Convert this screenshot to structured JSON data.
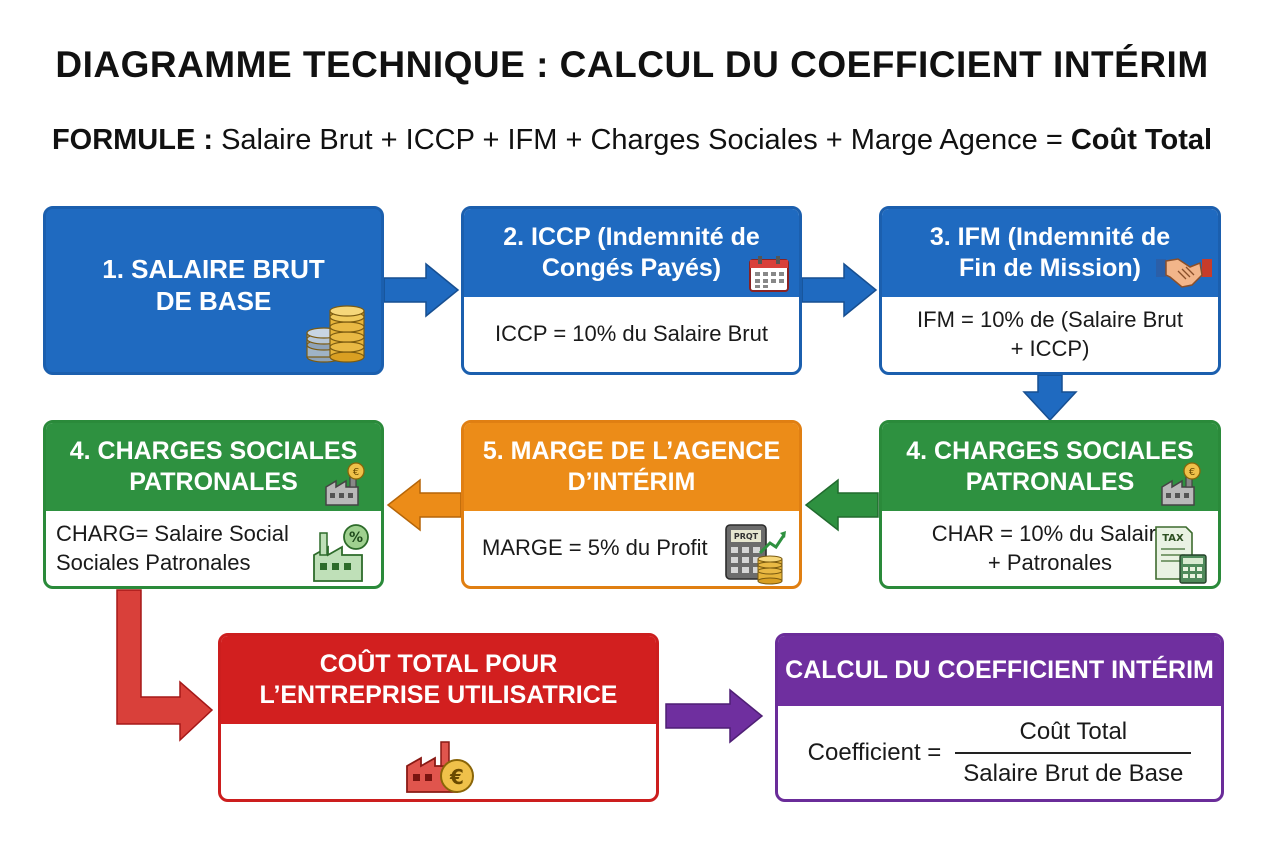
{
  "title": "DIAGRAMME TECHNIQUE : CALCUL DU COEFFICIENT INTÉRIM",
  "formula": {
    "label": "FORMULE :",
    "text": " Salaire Brut + ICCP + IFM + Charges Sociales + Marge Agence = ",
    "result": "Coût Total"
  },
  "steps": {
    "salaire": {
      "title": "1. SALAIRE BRUT\nDE BASE"
    },
    "iccp": {
      "title": "2. ICCP (Indemnité de\nCongés Payés)",
      "body": "ICCP = 10% du Salaire Brut"
    },
    "ifm": {
      "title": "3. IFM (Indemnité de\nFin de Mission)",
      "body": "IFM = 10% de (Salaire Brut\n+ ICCP)"
    },
    "charges_right": {
      "title": "4. CHARGES SOCIALES\nPATRONALES",
      "body": "CHAR = 10% du Salaire\n+ Patronales"
    },
    "marge": {
      "title": "5. MARGE DE L’AGENCE\nD’INTÉRIM",
      "body": "MARGE = 5% du Profit"
    },
    "charges_left": {
      "title": "4. CHARGES SOCIALES\nPATRONALES",
      "body": "CHARG= Salaire  Social\nSociales Patronales"
    },
    "cout_total": {
      "title": "COÛT TOTAL POUR\nL’ENTREPRISE UTILISATRICE"
    },
    "coefficient": {
      "title": "CALCUL DU COEFFICIENT INTÉRIM",
      "lhs": "Coefficient =",
      "numerator": "Coût Total",
      "denominator": "Salaire Brut de Base"
    }
  },
  "icon_labels": {
    "tax": "TAX",
    "profit": "PRQT"
  },
  "colors": {
    "blue": "#1f6ac0",
    "green": "#2e9140",
    "orange": "#ec8c18",
    "red": "#d21f1f",
    "purple": "#6f2f9f"
  }
}
